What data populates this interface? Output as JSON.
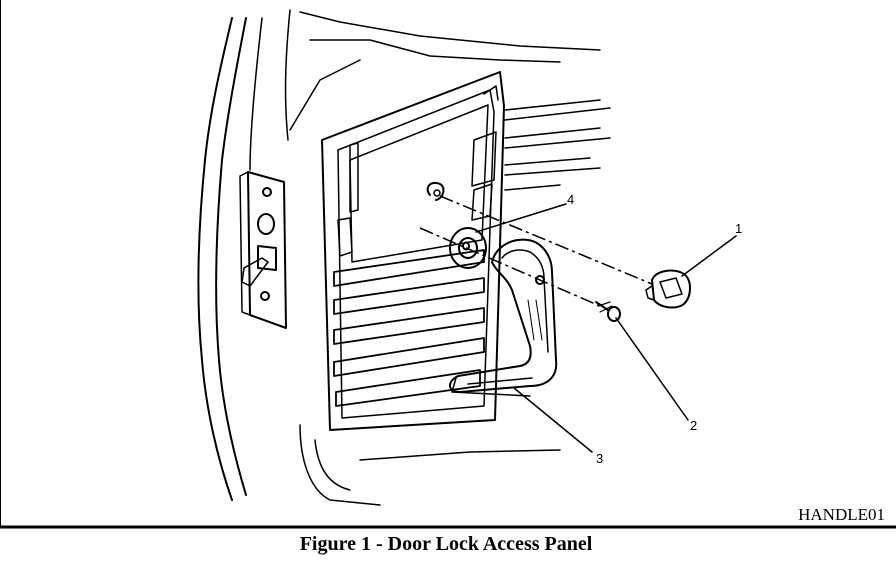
{
  "figure": {
    "code": "HANDLE01",
    "caption": "Figure 1 - Door Lock Access Panel"
  },
  "callouts": [
    {
      "id": "1",
      "label": "1"
    },
    {
      "id": "2",
      "label": "2"
    },
    {
      "id": "3",
      "label": "3"
    },
    {
      "id": "4",
      "label": "4"
    }
  ]
}
